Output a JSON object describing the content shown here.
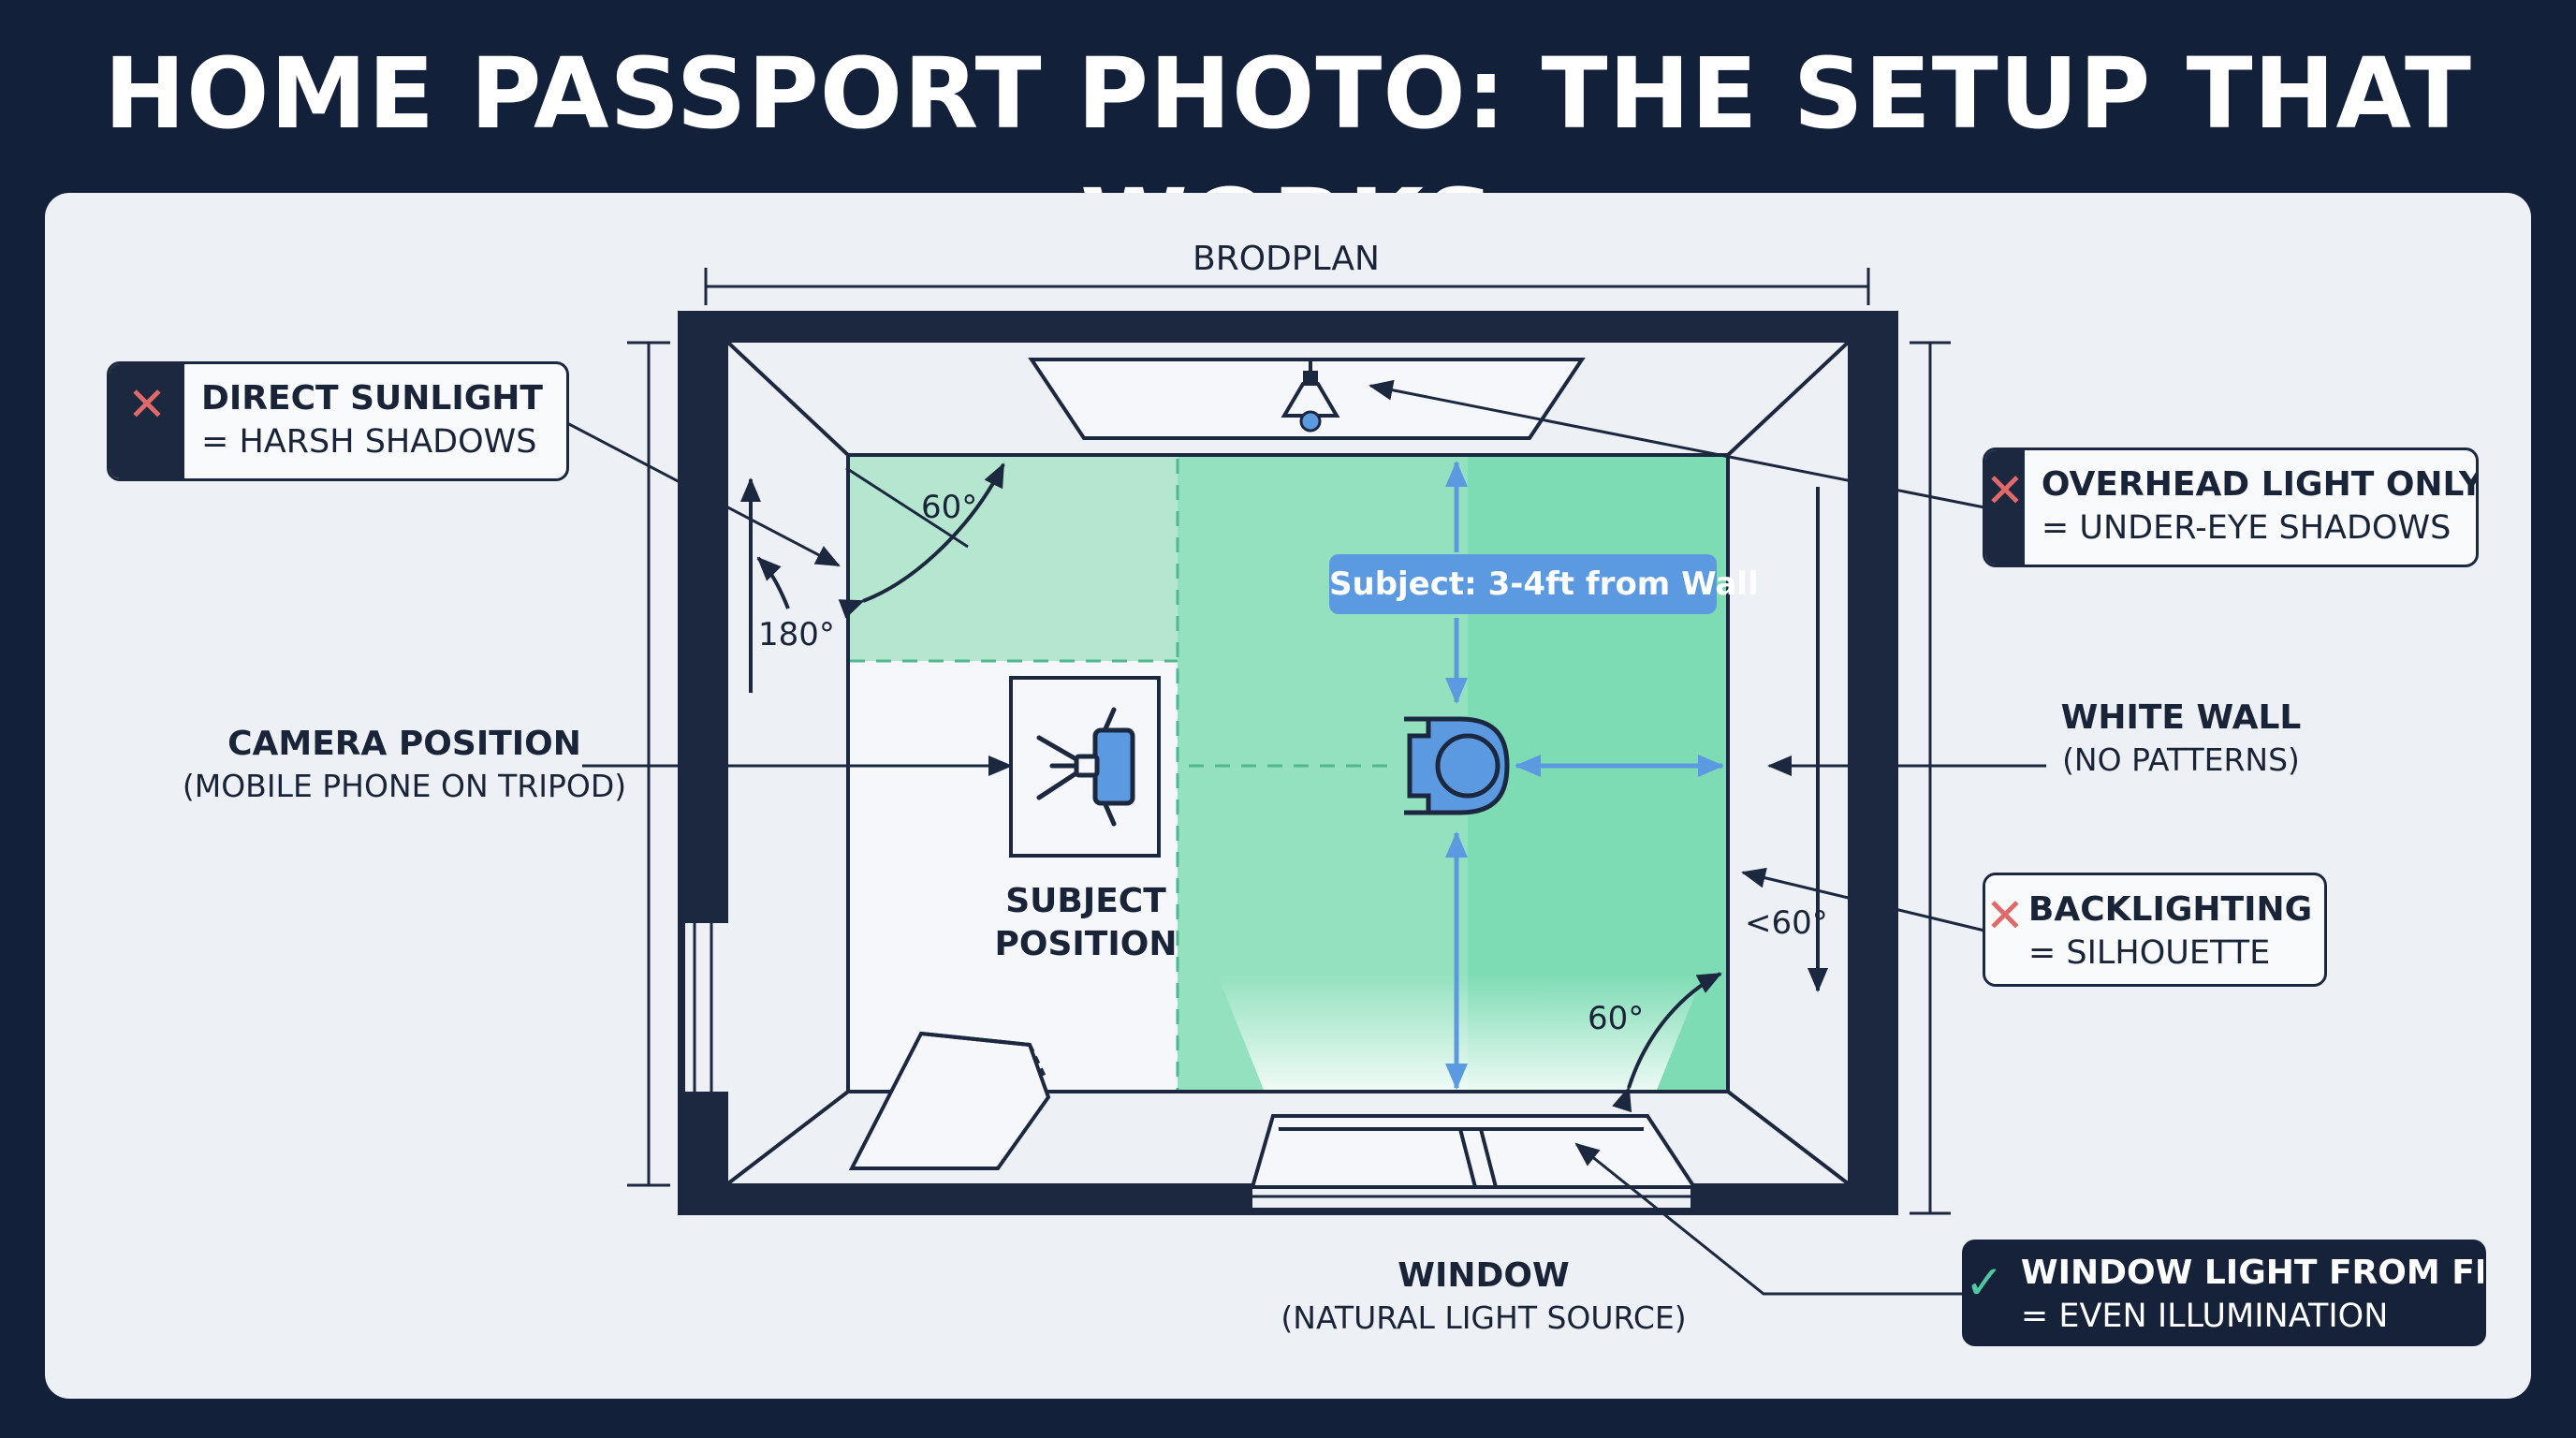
{
  "title": "HOME PASSPORT PHOTO: THE SETUP THAT WORKS",
  "floorplan_label": "BRODPLAN",
  "callouts": {
    "direct_sunlight": {
      "heading": "DIRECT SUNLIGHT",
      "detail": "= HARSH SHADOWS",
      "status": "bad"
    },
    "overhead_light": {
      "heading": "OVERHEAD LIGHT ONLY",
      "detail": "= UNDER-EYE SHADOWS",
      "status": "bad"
    },
    "backlighting": {
      "heading": "BACKLIGHTING",
      "detail": "= SILHOUETTE",
      "status": "bad"
    },
    "window_light": {
      "heading": "WINDOW LIGHT FROM FRONT",
      "detail": "= EVEN ILLUMINATION",
      "status": "good"
    }
  },
  "labels": {
    "camera_position": {
      "heading": "CAMERA POSITION",
      "detail": "(MOBILE PHONE ON TRIPOD)"
    },
    "white_wall": {
      "heading": "WHITE WALL",
      "detail": "(NO PATTERNS)"
    },
    "subject_position": {
      "line1": "SUBJECT",
      "line2": "POSITION"
    },
    "window": {
      "heading": "WINDOW",
      "detail": "(NATURAL LIGHT SOURCE)"
    }
  },
  "subject_distance": "Subject: 3-4ft from Wall",
  "angles": {
    "top_left": "60°",
    "left_wall": "180°",
    "backlight": "<60°",
    "bottom_right": "60°"
  },
  "icons": {
    "bad": "cross-icon",
    "good": "check-icon",
    "lamp": "ceiling-lamp-icon",
    "camera": "camera-tripod-icon",
    "person": "person-topdown-icon"
  },
  "colors": {
    "background": "#13203a",
    "panel": "#edf0f5",
    "wall": "#1c2840",
    "green_zone": "#7ddcb4",
    "light_green_zone": "#b5e6cf",
    "accent_blue": "#5b9ae0",
    "bad_mark": "#e06a6a",
    "good_mark": "#4ec9a0"
  }
}
